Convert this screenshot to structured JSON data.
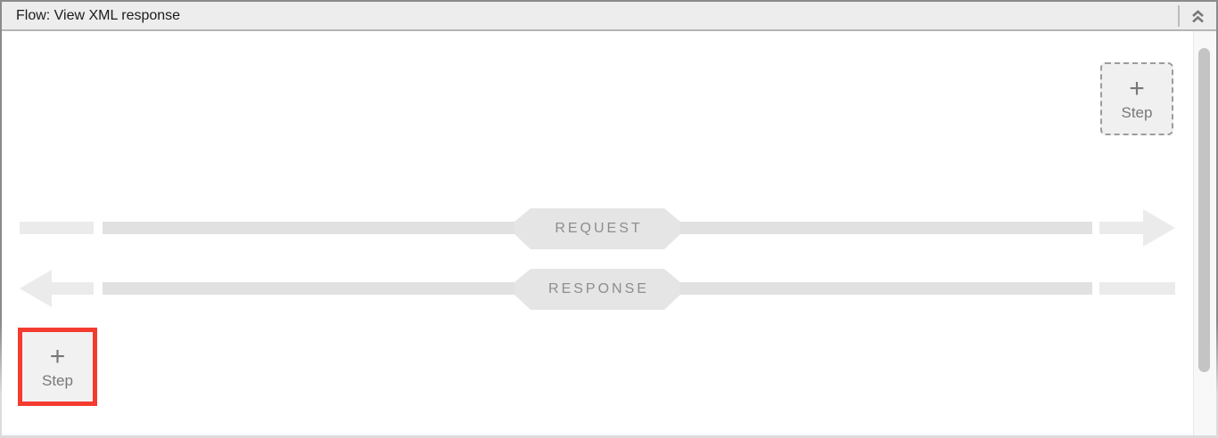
{
  "header": {
    "title": "Flow: View XML response",
    "collapse_icon": "chevron-double-up-icon"
  },
  "canvas": {
    "flows": [
      {
        "label": "REQUEST",
        "direction": "left-to-right"
      },
      {
        "label": "RESPONSE",
        "direction": "right-to-left"
      }
    ],
    "add_step_top": {
      "plus": "+",
      "label": "Step",
      "highlighted": false
    },
    "add_step_bottom": {
      "plus": "+",
      "label": "Step",
      "highlighted": true
    }
  },
  "colors": {
    "highlight_red": "#f43b30",
    "header_bg": "#ededed",
    "bar": "#e1e1e1",
    "bar_light": "#ebebeb",
    "badge": "#e5e5e5",
    "badge_text": "#8d8d8d",
    "button_bg": "#f0f0f0",
    "button_text": "#787878"
  }
}
